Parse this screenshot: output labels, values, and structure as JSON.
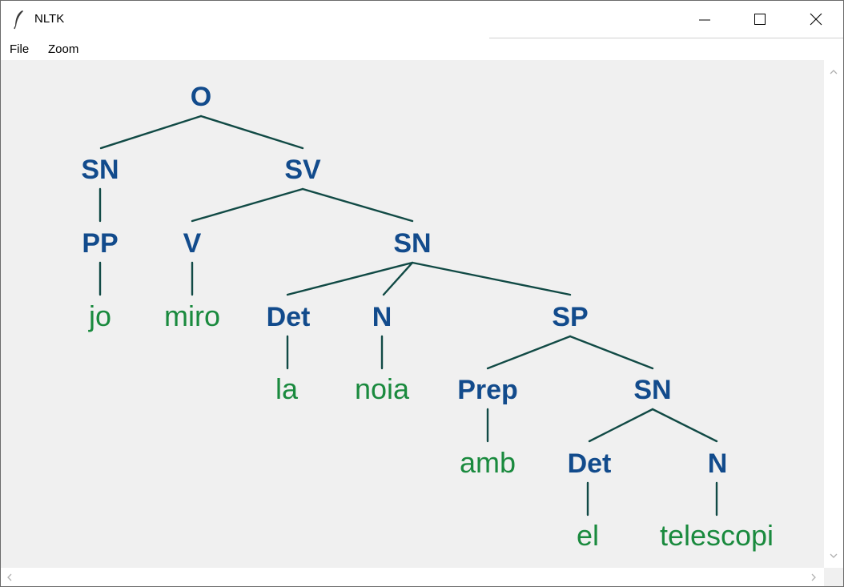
{
  "window": {
    "title": "NLTK"
  },
  "menu": {
    "items": [
      "File",
      "Zoom"
    ]
  },
  "tree": {
    "nodes": [
      {
        "label": "O",
        "type": "node"
      },
      {
        "label": "SN",
        "type": "node"
      },
      {
        "label": "SV",
        "type": "node"
      },
      {
        "label": "PP",
        "type": "node"
      },
      {
        "label": "jo",
        "type": "leaf"
      },
      {
        "label": "V",
        "type": "node"
      },
      {
        "label": "miro",
        "type": "leaf"
      },
      {
        "label": "SN",
        "type": "node"
      },
      {
        "label": "Det",
        "type": "node"
      },
      {
        "label": "la",
        "type": "leaf"
      },
      {
        "label": "N",
        "type": "node"
      },
      {
        "label": "noia",
        "type": "leaf"
      },
      {
        "label": "SP",
        "type": "node"
      },
      {
        "label": "Prep",
        "type": "node"
      },
      {
        "label": "amb",
        "type": "leaf"
      },
      {
        "label": "SN",
        "type": "node"
      },
      {
        "label": "Det",
        "type": "node"
      },
      {
        "label": "el",
        "type": "leaf"
      },
      {
        "label": "N",
        "type": "node"
      },
      {
        "label": "telescopi",
        "type": "leaf"
      }
    ]
  },
  "colors": {
    "node": "#124b8c",
    "leaf": "#1a8a3e",
    "edge": "#114a45",
    "canvas": "#f0f0f0"
  }
}
